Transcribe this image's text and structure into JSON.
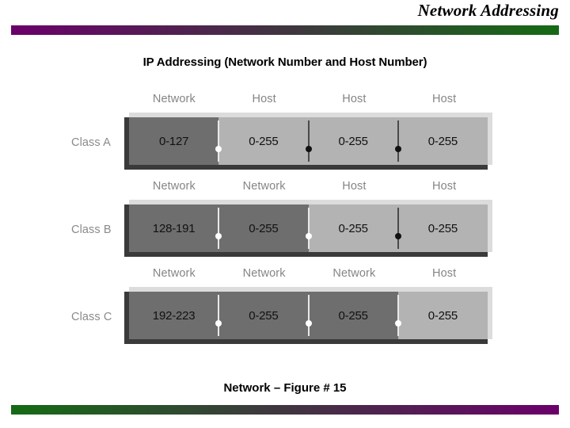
{
  "slide": {
    "title": "Network Addressing",
    "subtitle": "IP Addressing (Network Number and Host Number)",
    "caption": "Network – Figure  # 15"
  },
  "colors": {
    "rule_start": "#6B006B",
    "rule_end": "#156B15",
    "network_segment": "#6e6e6e",
    "host_segment": "#b3b3b3",
    "slab_highlight": "#dcdcdc",
    "slab_shadow": "#3a3a3a",
    "header_text": "#858585",
    "label_text": "#8a8a8a"
  },
  "figure": {
    "rows": [
      {
        "label": "Class A",
        "headers": [
          "Network",
          "Host",
          "Host",
          "Host"
        ],
        "segments": [
          {
            "type": "Network",
            "value": "0-127"
          },
          {
            "type": "Host",
            "value": "0-255"
          },
          {
            "type": "Host",
            "value": "0-255"
          },
          {
            "type": "Host",
            "value": "0-255"
          }
        ],
        "separator_marks": [
          "white-dot",
          "black-dot",
          "black-dot"
        ]
      },
      {
        "label": "Class B",
        "headers": [
          "Network",
          "Network",
          "Host",
          "Host"
        ],
        "segments": [
          {
            "type": "Network",
            "value": "128-191"
          },
          {
            "type": "Network",
            "value": "0-255"
          },
          {
            "type": "Host",
            "value": "0-255"
          },
          {
            "type": "Host",
            "value": "0-255"
          }
        ],
        "separator_marks": [
          "white-dot",
          "white-dot",
          "black-dot"
        ]
      },
      {
        "label": "Class C",
        "headers": [
          "Network",
          "Network",
          "Network",
          "Host"
        ],
        "segments": [
          {
            "type": "Network",
            "value": "192-223"
          },
          {
            "type": "Network",
            "value": "0-255"
          },
          {
            "type": "Network",
            "value": "0-255"
          },
          {
            "type": "Host",
            "value": "0-255"
          }
        ],
        "separator_marks": [
          "white-dot",
          "white-dot",
          "white-dot"
        ]
      }
    ]
  }
}
